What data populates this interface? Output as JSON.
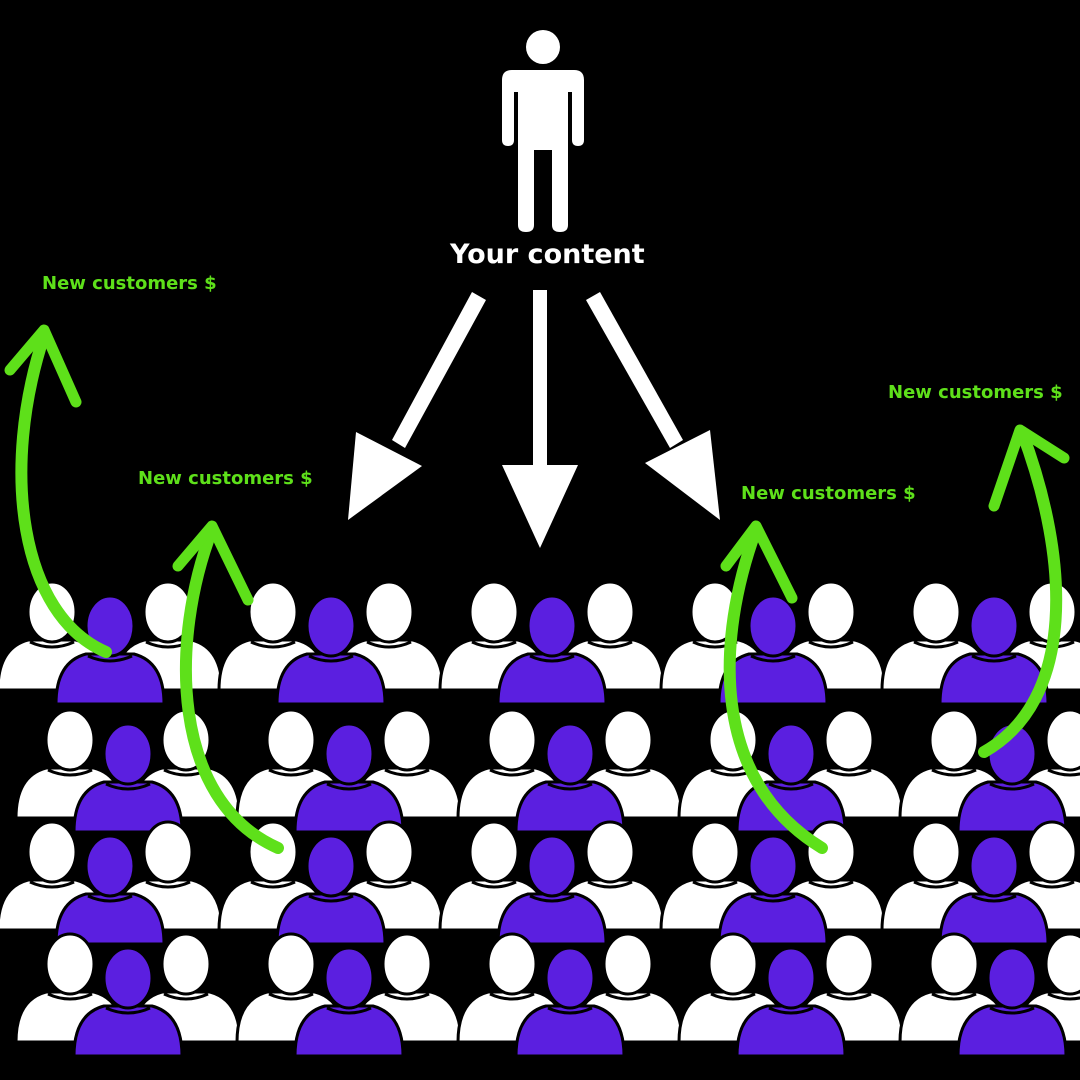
{
  "colors": {
    "background": "#000000",
    "foreground": "#ffffff",
    "accent_purple": "#5b1fe0",
    "accent_green": "#5ee01a"
  },
  "source": {
    "icon": "person-icon",
    "label": "Your content"
  },
  "arrows": {
    "icon": "arrow-down-icon",
    "count": 3
  },
  "audience": {
    "icon": "crowd-person-icon",
    "rows": 4,
    "groups_per_row": 5,
    "people_per_group": 3
  },
  "growth": {
    "icon": "curved-arrow-up-icon",
    "labels": [
      "New customers $",
      "New customers $",
      "New customers $",
      "New customers $"
    ]
  }
}
